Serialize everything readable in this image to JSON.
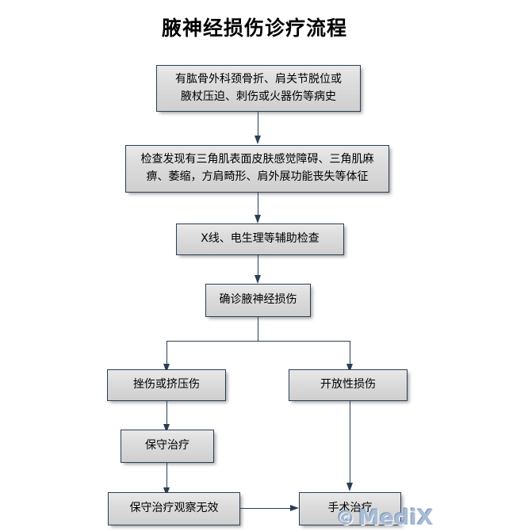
{
  "title": "腋神经损伤诊疗流程",
  "watermark": {
    "copyright_symbol": "©",
    "text": "MediX"
  },
  "colors": {
    "border": "#2b3e57",
    "fill_top": "#e9e9e9",
    "fill_bottom": "#cfcfcf",
    "connector": "#2b3e57",
    "background": "#ffffff",
    "text": "#000000",
    "watermark": "#a8bcd6"
  },
  "nodes": [
    {
      "id": "history",
      "text": "有肱骨外科颈骨折、肩关节脱位或\n腋杖压迫、刺伤或火器伤等病史"
    },
    {
      "id": "examination",
      "text": "检查发现有三角肌表面皮肤感觉障碍、三角肌麻\n痹、萎缩，方肩畸形、肩外展功能丧失等体征"
    },
    {
      "id": "auxiliary-tests",
      "text": "X线、电生理等辅助检查"
    },
    {
      "id": "diagnosis",
      "text": "确诊腋神经损伤"
    },
    {
      "id": "contusion-or-compression",
      "text": "挫伤或挤压伤"
    },
    {
      "id": "open-injury",
      "text": "开放性损伤"
    },
    {
      "id": "conservative-treatment",
      "text": "保守治疗"
    },
    {
      "id": "conservative-ineffective",
      "text": "保守治疗观察无效"
    },
    {
      "id": "surgical-treatment",
      "text": "手术治疗"
    }
  ],
  "flow": {
    "type": "flowchart",
    "edges": [
      {
        "from": "history",
        "to": "examination"
      },
      {
        "from": "examination",
        "to": "auxiliary-tests"
      },
      {
        "from": "auxiliary-tests",
        "to": "diagnosis"
      },
      {
        "from": "diagnosis",
        "to": "contusion-or-compression"
      },
      {
        "from": "diagnosis",
        "to": "open-injury"
      },
      {
        "from": "contusion-or-compression",
        "to": "conservative-treatment"
      },
      {
        "from": "conservative-treatment",
        "to": "conservative-ineffective"
      },
      {
        "from": "conservative-ineffective",
        "to": "surgical-treatment"
      },
      {
        "from": "open-injury",
        "to": "surgical-treatment"
      }
    ]
  }
}
